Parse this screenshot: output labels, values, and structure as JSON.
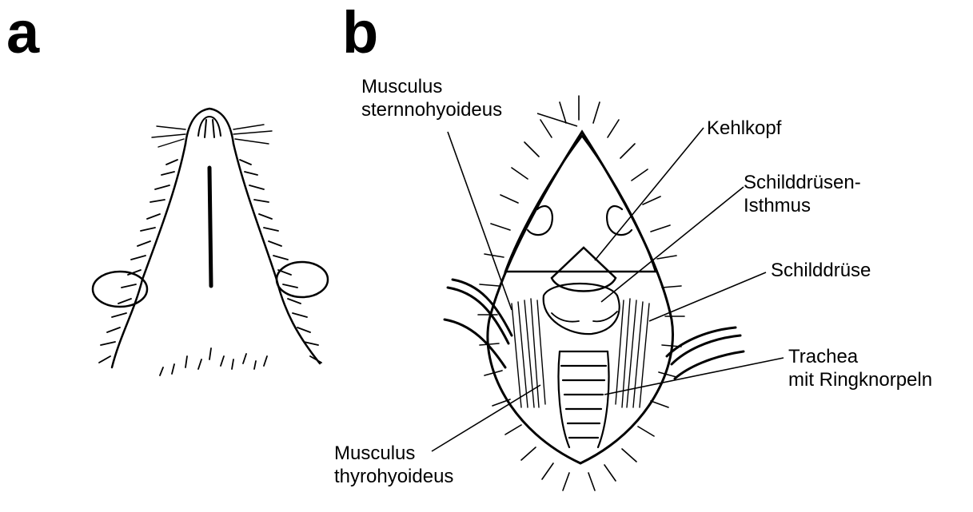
{
  "panels": {
    "a": {
      "letter": "a"
    },
    "b": {
      "letter": "b"
    }
  },
  "labels": {
    "sternohyoideus": {
      "line1": "Musculus",
      "line2": "sternnohyoideus"
    },
    "kehlkopf": {
      "line1": "Kehlkopf"
    },
    "isthmus": {
      "line1": "Schilddrüsen-",
      "line2": "Isthmus"
    },
    "schilddruese": {
      "line1": "Schilddrüse"
    },
    "trachea": {
      "line1": "Trachea",
      "line2": "mit Ringknorpeln"
    },
    "thyrohyoideus": {
      "line1": "Musculus",
      "line2": "thyrohyoideus"
    }
  }
}
